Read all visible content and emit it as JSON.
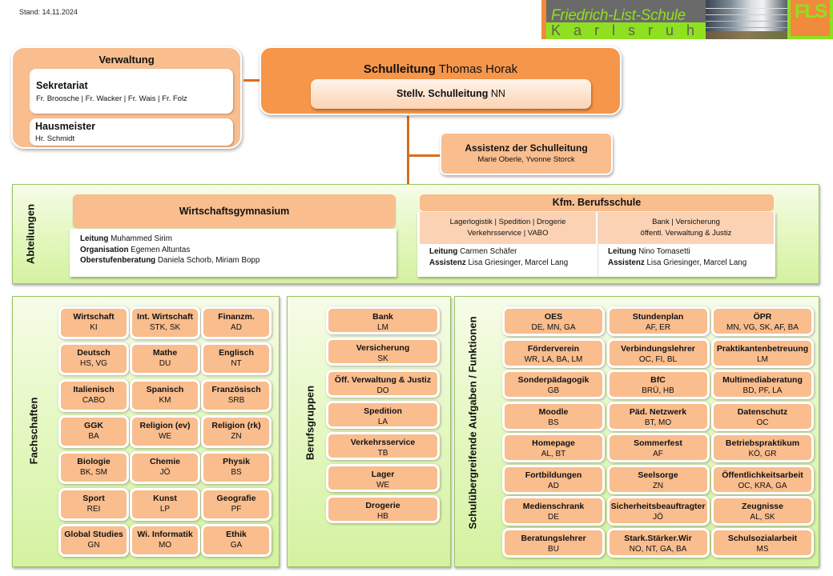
{
  "header": {
    "stand": "Stand: 14.11.2024",
    "logo": {
      "school_name": "Friedrich-List-Schule",
      "city": "Karlsruhe",
      "emblem": "FLS"
    }
  },
  "colors": {
    "orange_dark": "#f6964a",
    "orange_light": "#f9bd8e",
    "connector": "#d96d1f",
    "green_panel": "#e0f6b8",
    "logo_green": "#8fe020",
    "logo_gray": "#6a6a6a"
  },
  "verwaltung": {
    "title": "Verwaltung",
    "sekretariat": {
      "title": "Sekretariat",
      "people": "Fr. Broosche | Fr. Wacker |  Fr. Wais |  Fr. Folz"
    },
    "hausmeister": {
      "title": "Hausmeister",
      "people": "Hr. Schmidt"
    }
  },
  "schulleitung": {
    "role": "Schulleitung",
    "name": "Thomas Horak",
    "stellv_role": "Stellv. Schulleitung",
    "stellv_name": "NN"
  },
  "assistenz": {
    "title": "Assistenz der Schulleitung",
    "people": "Marie Oberle, Yvonne Storck"
  },
  "abteilungen": {
    "label": "Abteilungen",
    "wirtschaftsgymnasium": {
      "title": "Wirtschaftsgymnasium",
      "rows": [
        {
          "role": "Leitung",
          "name": "Muhammed Sirim"
        },
        {
          "role": "Organisation",
          "name": "Egemen Altuntas"
        },
        {
          "role": "Oberstufenberatung",
          "name": "Daniela Schorb, Miriam Bopp"
        }
      ]
    },
    "kfm_berufsschule": {
      "title": "Kfm. Berufsschule",
      "left": {
        "line1": "Lagerlogistik | Spedition | Drogerie",
        "line2": "Verkehrsservice | VABO",
        "rows": [
          {
            "role": "Leitung",
            "name": "Carmen Schäfer"
          },
          {
            "role": "Assistenz",
            "name": "Lisa Griesinger, Marcel Lang"
          }
        ]
      },
      "right": {
        "line1": "Bank | Versicherung",
        "line2": "öffentl. Verwaltung & Justiz",
        "rows": [
          {
            "role": "Leitung",
            "name": "Nino Tomasetti"
          },
          {
            "role": "Assistenz",
            "name": "Lisa Griesinger, Marcel Lang"
          }
        ]
      }
    }
  },
  "fachschaften": {
    "label": "Fachschaften",
    "items": [
      {
        "name": "Wirtschaft",
        "people": "KI"
      },
      {
        "name": "Int. Wirtschaft",
        "people": "STK, SK"
      },
      {
        "name": "Finanzm.",
        "people": "AD"
      },
      {
        "name": "Deutsch",
        "people": "HS, VG"
      },
      {
        "name": "Mathe",
        "people": "DU"
      },
      {
        "name": "Englisch",
        "people": "NT"
      },
      {
        "name": "Italienisch",
        "people": "CABO"
      },
      {
        "name": "Spanisch",
        "people": "KM"
      },
      {
        "name": "Französisch",
        "people": "SRB"
      },
      {
        "name": "GGK",
        "people": "BA"
      },
      {
        "name": "Religion (ev)",
        "people": "WE"
      },
      {
        "name": "Religion (rk)",
        "people": "ZN"
      },
      {
        "name": "Biologie",
        "people": "BK, SM"
      },
      {
        "name": "Chemie",
        "people": "JÖ"
      },
      {
        "name": "Physik",
        "people": "BS"
      },
      {
        "name": "Sport",
        "people": "REI"
      },
      {
        "name": "Kunst",
        "people": "LP"
      },
      {
        "name": "Geografie",
        "people": "PF"
      },
      {
        "name": "Global Studies",
        "people": "GN"
      },
      {
        "name": "Wi. Informatik",
        "people": "MO"
      },
      {
        "name": "Ethik",
        "people": "GA"
      }
    ]
  },
  "berufsgruppen": {
    "label": "Berufsgruppen",
    "items": [
      {
        "name": "Bank",
        "people": "LM"
      },
      {
        "name": "Versicherung",
        "people": "SK"
      },
      {
        "name": "Öff. Verwaltung & Justiz",
        "people": "DO"
      },
      {
        "name": "Spedition",
        "people": "LA"
      },
      {
        "name": "Verkehrsservice",
        "people": "TB"
      },
      {
        "name": "Lager",
        "people": "WE"
      },
      {
        "name": "Drogerie",
        "people": "HB"
      }
    ]
  },
  "schuluebergreifend": {
    "label": "Schulübergreifende Aufgaben / Funktionen",
    "items": [
      {
        "name": "OES",
        "people": "DE, MN, GA"
      },
      {
        "name": "Stundenplan",
        "people": "AF, ER"
      },
      {
        "name": "ÖPR",
        "people": "MN, VG, SK, AF, BA"
      },
      {
        "name": "Förderverein",
        "people": "WR, LA, BA, LM"
      },
      {
        "name": "Verbindungslehrer",
        "people": "OC, FI, BL"
      },
      {
        "name": "Praktikantenbetreuung",
        "people": "LM"
      },
      {
        "name": "Sonderpädagogik",
        "people": "GB"
      },
      {
        "name": "BfC",
        "people": "BRÜ, HB"
      },
      {
        "name": "Multimediaberatung",
        "people": "BD, PF, LA"
      },
      {
        "name": "Moodle",
        "people": "BS"
      },
      {
        "name": "Päd. Netzwerk",
        "people": "BT, MO"
      },
      {
        "name": "Datenschutz",
        "people": "OC"
      },
      {
        "name": "Homepage",
        "people": "AL, BT"
      },
      {
        "name": "Sommerfest",
        "people": "AF"
      },
      {
        "name": "Betriebspraktikum",
        "people": "KÖ, GR"
      },
      {
        "name": "Fortbildungen",
        "people": "AD"
      },
      {
        "name": "Seelsorge",
        "people": "ZN"
      },
      {
        "name": "Öffentlichkeitsarbeit",
        "people": "OC, KRA, GA"
      },
      {
        "name": "Medienschrank",
        "people": "DE"
      },
      {
        "name": "Sicherheitsbeauftragter",
        "people": "JÖ"
      },
      {
        "name": "Zeugnisse",
        "people": "AL, SK"
      },
      {
        "name": "Beratungslehrer",
        "people": "BU"
      },
      {
        "name": "Stark.Stärker.Wir",
        "people": "NO, NT, GA, BA"
      },
      {
        "name": "Schulsozialarbeit",
        "people": "MS"
      }
    ]
  }
}
